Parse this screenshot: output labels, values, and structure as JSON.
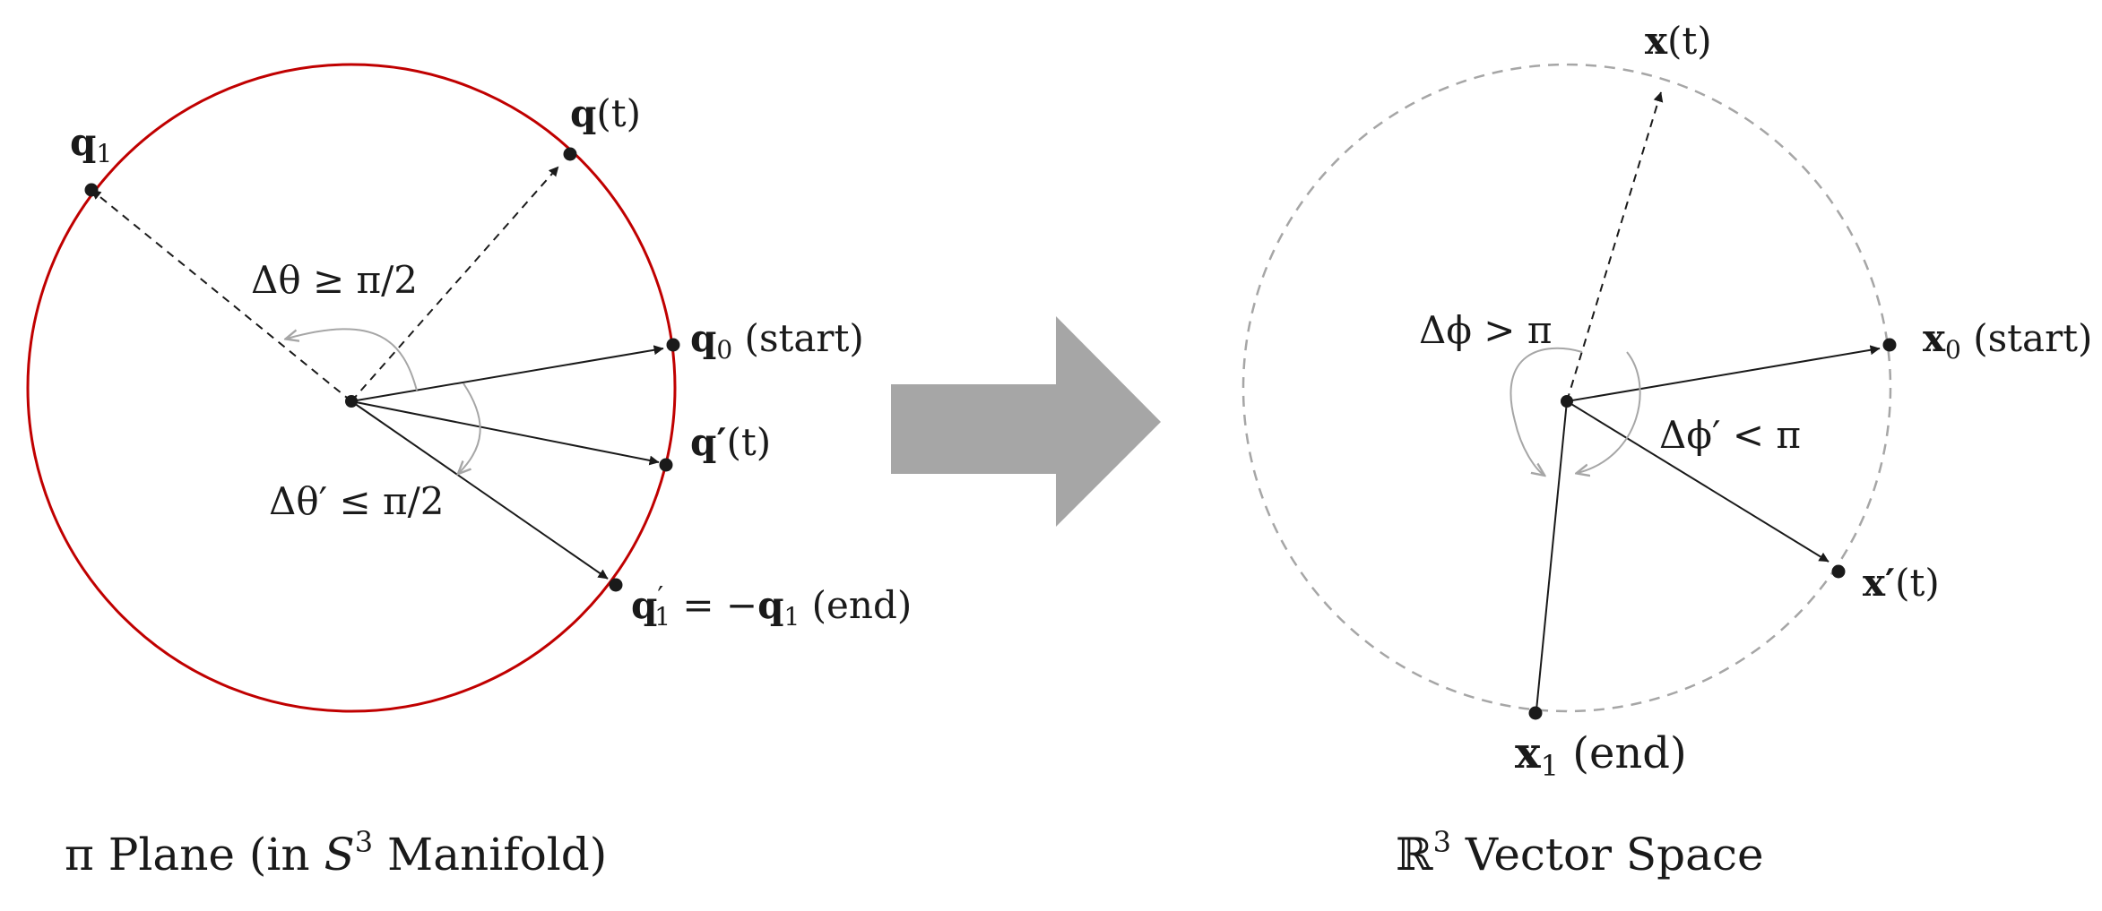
{
  "colors": {
    "manifold_circle": "#c00000",
    "vector_circle": "#a6a6a6",
    "arrow_fill": "#a6a6a6",
    "ink": "#1a1a1a",
    "angle_arc": "#a6a6a6"
  },
  "left_panel": {
    "caption": {
      "pre": "π Plane (in ",
      "S": "S",
      "sup": "3",
      "post": " Manifold)"
    },
    "points": {
      "q1": {
        "base": "q",
        "sub": "1"
      },
      "qt": {
        "base": "q",
        "rest": "(t)"
      },
      "q0": {
        "base": "q",
        "sub": "0",
        "rest": " (start)"
      },
      "qprime_t": {
        "base": "q",
        "prime": "′",
        "rest": "(t)"
      },
      "q1prime": {
        "base": "q",
        "prime": "′",
        "sub": "1",
        "eq": " = −",
        "base2": "q",
        "sub2": "1",
        "rest": " (end)"
      }
    },
    "angles": {
      "delta_theta": "Δθ ≥ π/2",
      "delta_theta_prime": "Δθ′ ≤ π/2"
    }
  },
  "right_panel": {
    "caption": {
      "R": "ℝ",
      "sup": "3",
      "post": " Vector Space"
    },
    "points": {
      "xt": {
        "base": "x",
        "rest": "(t)"
      },
      "x0": {
        "base": "x",
        "sub": "0",
        "rest": " (start)"
      },
      "xprime_t": {
        "base": "x",
        "prime": "′",
        "rest": "(t)"
      },
      "x1": {
        "base": "x",
        "sub": "1",
        "rest": " (end)"
      }
    },
    "angles": {
      "delta_phi": "Δϕ > π",
      "delta_phi_prime": "Δϕ′ < π"
    }
  }
}
